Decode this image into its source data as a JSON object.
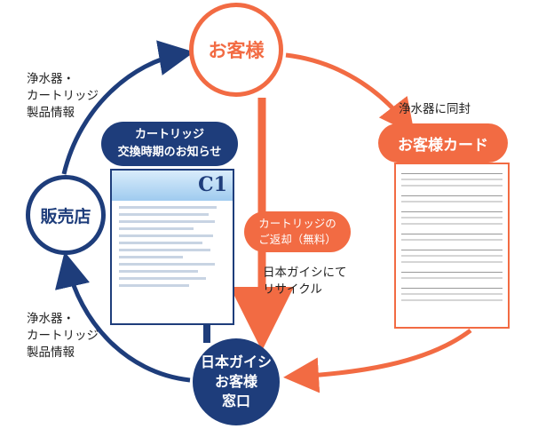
{
  "nodes": {
    "customer": "お客様",
    "shop": "販売店",
    "ngk_lines": [
      "日本ガイシ",
      "お客様",
      "窓口"
    ]
  },
  "labels": {
    "top_left": [
      "浄水器・",
      "カートリッジ",
      "製品情報"
    ],
    "bottom_left": [
      "浄水器・",
      "カートリッジ",
      "製品情報"
    ],
    "enclosed": "浄水器に同封",
    "recycle": [
      "日本ガイシにて",
      "リサイクル"
    ]
  },
  "pills": {
    "customer_card": "お客様カード",
    "return_lines": [
      "カートリッジの",
      "ご返却（無料）"
    ],
    "notice_lines": [
      "カートリッジ",
      "交換時期のお知らせ"
    ]
  },
  "colors": {
    "navy": "#1e3d7b",
    "orange": "#f26b43"
  },
  "icons": {
    "leaflet": "cartridge-replacement-notice-leaflet",
    "card": "customer-card-form"
  }
}
